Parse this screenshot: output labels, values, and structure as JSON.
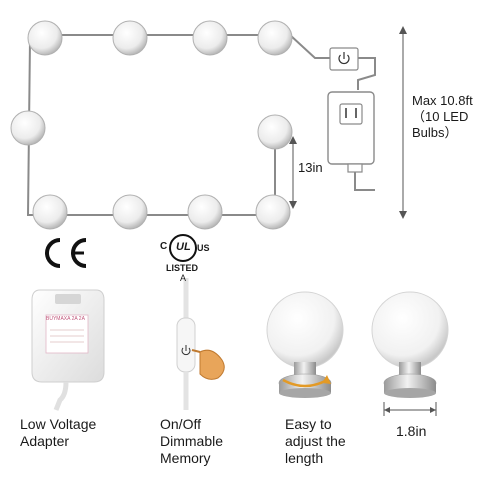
{
  "dimensions": {
    "max_length": "Max 10.8ft\n（10 LED\nBulbs）",
    "spacing": "13in",
    "bulb_width": "1.8in"
  },
  "certifications": {
    "ce": "CE",
    "ul_c": "C",
    "ul_us": "US",
    "ul_mark": "UL",
    "ul_listed": "LISTED",
    "ul_a": "A"
  },
  "adapter_print": "BUYMAXA 2A 2A",
  "features": [
    {
      "label": "Low Voltage\nAdapter"
    },
    {
      "label": "On/Off\nDimmable\nMemory"
    },
    {
      "label": "Easy to\nadjust the\nlength"
    }
  ],
  "colors": {
    "wire": "#8a8a8a",
    "bulb": "#f4f4f4",
    "chrome": "#c8c8c8"
  },
  "icons": [
    "power-icon",
    "plug-icon",
    "hand-pointer-icon",
    "rotate-arrow-icon"
  ]
}
